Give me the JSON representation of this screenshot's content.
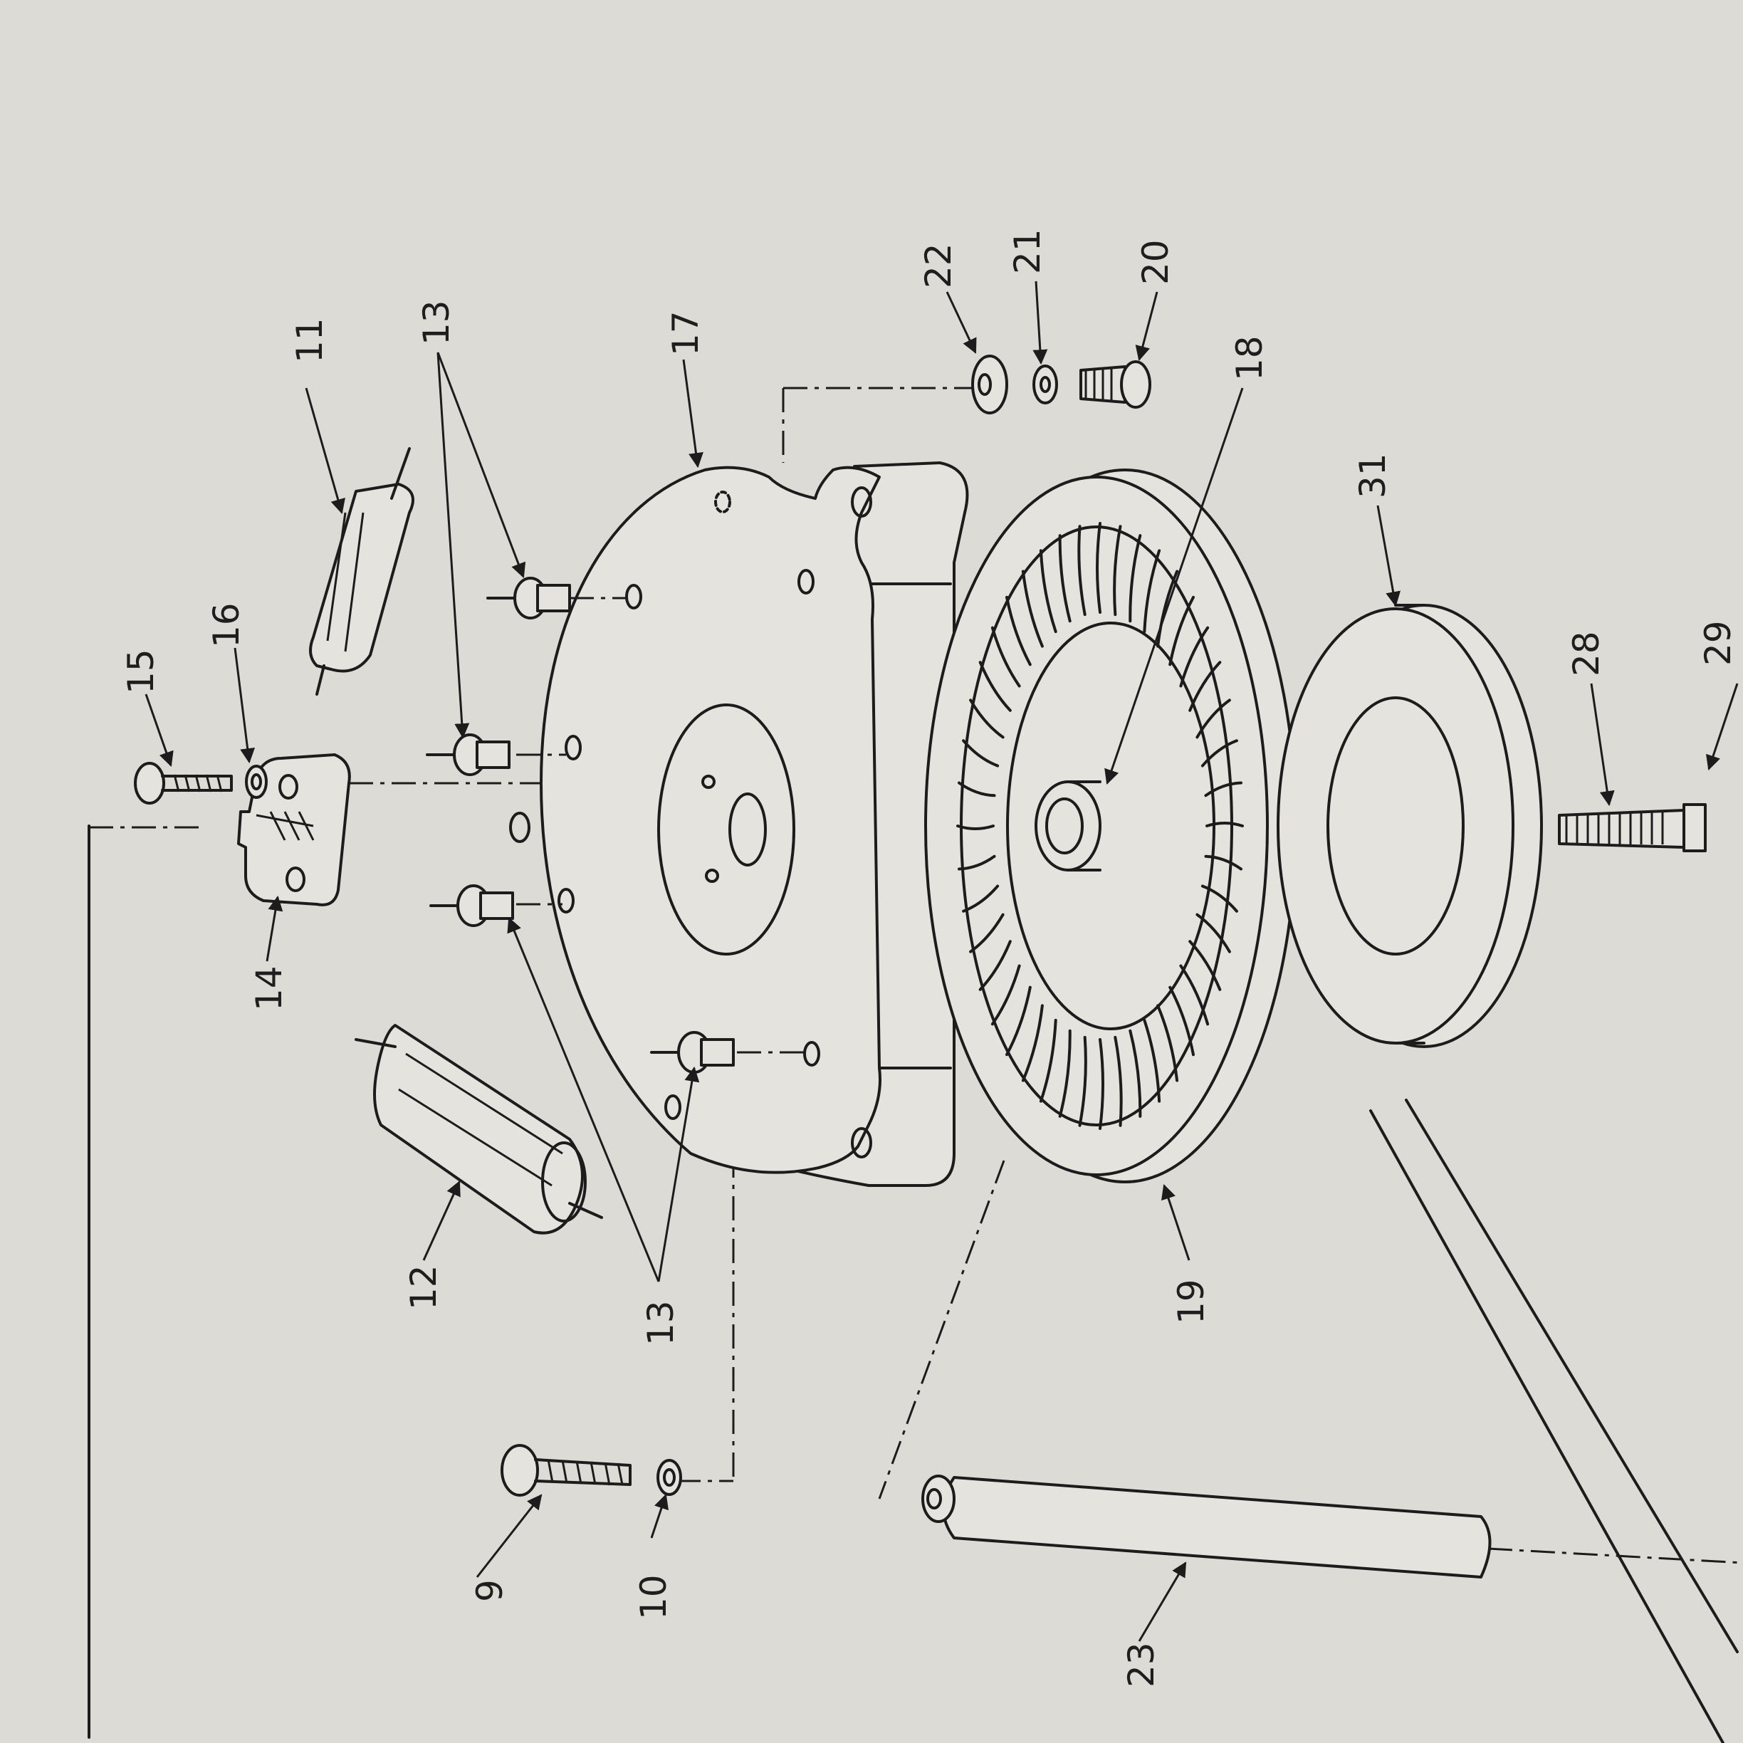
{
  "diagram": {
    "labels": [
      {
        "id": "9",
        "text": "9"
      },
      {
        "id": "10",
        "text": "10"
      },
      {
        "id": "11",
        "text": "11"
      },
      {
        "id": "12",
        "text": "12"
      },
      {
        "id": "13a",
        "text": "13"
      },
      {
        "id": "13b",
        "text": "13"
      },
      {
        "id": "14",
        "text": "14"
      },
      {
        "id": "15",
        "text": "15"
      },
      {
        "id": "16",
        "text": "16"
      },
      {
        "id": "17",
        "text": "17"
      },
      {
        "id": "18",
        "text": "18"
      },
      {
        "id": "19",
        "text": "19"
      },
      {
        "id": "20",
        "text": "20"
      },
      {
        "id": "21",
        "text": "21"
      },
      {
        "id": "22",
        "text": "22"
      },
      {
        "id": "23",
        "text": "23"
      },
      {
        "id": "28",
        "text": "28"
      },
      {
        "id": "29",
        "text": "29"
      },
      {
        "id": "31",
        "text": "31"
      }
    ]
  },
  "colors": {
    "paper": "#dcdbd5",
    "ink": "#1c1c1c"
  }
}
